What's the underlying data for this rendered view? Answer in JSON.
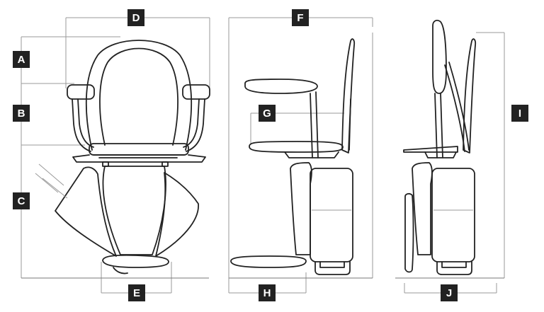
{
  "labels": {
    "A": "A",
    "B": "B",
    "C": "C",
    "D": "D",
    "E": "E",
    "F": "F",
    "G": "G",
    "H": "H",
    "I": "I",
    "J": "J"
  },
  "colors": {
    "ink": "#222222",
    "badge": "#222222",
    "badge_text": "#ffffff",
    "dimension_line": "#9a9a9a"
  }
}
